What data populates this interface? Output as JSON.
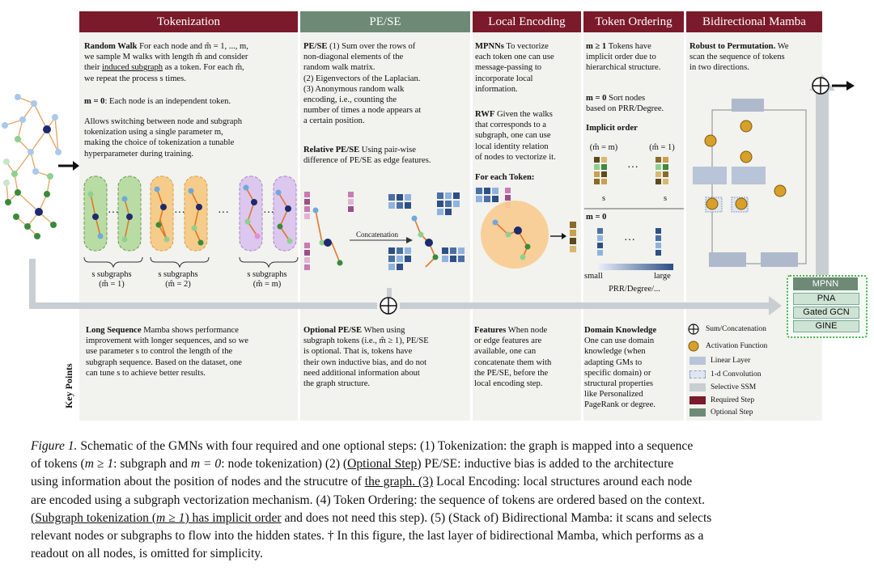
{
  "headers": {
    "tokenization": "Tokenization",
    "pese": "PE/SE",
    "local_encoding": "Local Encoding",
    "token_ordering": "Token Ordering",
    "bidirectional_mamba": "Bidirectional Mamba"
  },
  "tokenization": {
    "random_walk_title": "Random Walk",
    "random_walk_line1": " For each node and m̂ = 1, ..., m,",
    "random_walk_line2": "we sample M walks with length m̂ and consider",
    "random_walk_line3a": "their ",
    "random_walk_line3b": "induced subgraph",
    "random_walk_line3c": " as a token. For each m̂,",
    "random_walk_line4": "we repeat the process s times.",
    "m0_title": "m = 0",
    "m0_text": ": Each node is an independent token.",
    "allows_line1": "Allows switching between node and subgraph",
    "allows_line2": "tokenization using a single parameter m,",
    "allows_line3": "making the choice of tokenization a tunable",
    "allows_line4": "hyperparameter during training.",
    "subgraph_label1": "s subgraphs",
    "subgraph_m1": "(m̂ = 1)",
    "subgraph_label2": "s subgraphs",
    "subgraph_m2": "(m̂ = 2)",
    "subgraph_label3": "s subgraphs",
    "subgraph_m3": "(m̂ = m)",
    "dots": "···"
  },
  "pese": {
    "title": "PE/SE",
    "line1": " (1) Sum over the rows of",
    "line2": "non-diagonal elements of the",
    "line3": "random walk matrix.",
    "line4": "(2) Eigenvectors of the Laplacian.",
    "line5": "(3) Anonymous random walk",
    "line6": "encoding, i.e., counting the",
    "line7": "number of times a node appears at",
    "line8": "a certain position.",
    "relative_title": "Relative PE/SE",
    "relative_line1": " Using pair-wise",
    "relative_line2": "difference of PE/SE as edge features.",
    "concatenation": "Concatenation"
  },
  "local_encoding": {
    "mpnns_title": "MPNNs",
    "mpnns_line1": " To vectorize",
    "mpnns_line2": "each token one can use",
    "mpnns_line3": "message-passing to",
    "mpnns_line4": "incorporate local",
    "mpnns_line5": "information.",
    "rwf_title": "RWF",
    "rwf_line1": " Given the walks",
    "rwf_line2": "that corresponds to a",
    "rwf_line3": "subgraph, one can use",
    "rwf_line4": "local identity relation",
    "rwf_line5": "of nodes to vectorize it.",
    "for_each_token": "For each Token:"
  },
  "token_ordering": {
    "m1_title": "m ≥ 1",
    "m1_line1": " Tokens have",
    "m1_line2": "implicit order due to",
    "m1_line3": "hierarchical structure.",
    "m0_title": "m = 0",
    "m0_line1": " Sort nodes",
    "m0_line2": "based on PRR/Degree.",
    "implicit_order": "Implicit order",
    "mhat_m": "(m̂ = m)",
    "mhat_1": "(m̂ = 1)",
    "s": "s",
    "m0_label": "m = 0",
    "small": "small",
    "large": "large",
    "prr": "PRR/Degree/..."
  },
  "mamba": {
    "robust_title": "Robust to Permutation.",
    "robust_line1": " We",
    "robust_line2": "scan the sequence of tokens",
    "robust_line3": "in two directions.",
    "mpnn": "MPNN",
    "pna": "PNA",
    "gated_gcn": "Gated GCN",
    "gine": "GINE"
  },
  "keypoints": {
    "label": "Key Points",
    "long_seq_title": "Long Sequence",
    "long_seq_line1": " Mamba shows performance",
    "long_seq_line2": "improvement with longer sequences, and so we",
    "long_seq_line3": "use parameter s to control the length of the",
    "long_seq_line4": "subgraph sequence. Based on the dataset, one",
    "long_seq_line5": "can tune s to achieve better results.",
    "opt_pese_title": "Optional PE/SE",
    "opt_pese_line1": " When using",
    "opt_pese_line2": "subgraph tokens (i.e., m̂ ≥ 1), PE/SE",
    "opt_pese_line3": "is optional. That is, tokens have",
    "opt_pese_line4": "their own inductive bias, and do not",
    "opt_pese_line5": "need additional information about",
    "opt_pese_line6": "the graph structure.",
    "features_title": "Features",
    "features_line1": " When node",
    "features_line2": "or edge features are",
    "features_line3": "available, one can",
    "features_line4": "concatenate them with",
    "features_line5": "the PE/SE, before the",
    "features_line6": "local encoding step.",
    "domain_title": "Domain Knowledge",
    "domain_line1": "One can use domain",
    "domain_line2": "knowledge (when",
    "domain_line3": "adapting GMs to",
    "domain_line4": "specific domain) or",
    "domain_line5": "structural properties",
    "domain_line6": "like Personalized",
    "domain_line7": "PageRank or degree."
  },
  "legend": {
    "sum_concat": "Sum/Concatenation",
    "activation": "Activation Function",
    "linear": "Linear Layer",
    "conv": "1-d Convolution",
    "ssm": "Selective SSM",
    "required": "Required Step",
    "optional": "Optional Step"
  },
  "caption": {
    "fig": "Figure 1.",
    "line1": " Schematic of the GMNs with four required and one optional steps: (1) Tokenization: the graph is mapped into a sequence",
    "line2a": "of tokens (",
    "line2b": "m ≥ 1",
    "line2c": ": subgraph and ",
    "line2d": "m = 0",
    "line2e": ": node tokenization) (2) (",
    "line2f": "Optional Step",
    "line2g": ") PE/SE: inductive bias is added to the architecture",
    "line3a": "using information about the position of nodes and the strucutre of ",
    "line3b": "the graph. (3)",
    "line3c": " Local Encoding: local structures around each node",
    "line4": "are encoded using a subgraph vectorization mechanism. (4) Token Ordering: the sequence of tokens are ordered based on the context.",
    "line5a": "(Subgraph tokenization (",
    "line5b": "m ≥ 1",
    "line5c": ") has implicit order",
    "line5d": " and does not need this step). (5) (Stack of) Bidirectional Mamba: it scans and selects",
    "line6": "relevant nodes or subgraphs to flow into the hidden states. † In this figure, the last layer of bidirectional Mamba, which performs as a",
    "line7": "readout on all nodes, is omitted for simplicity."
  },
  "colors": {
    "required": "#7b1a2a",
    "optional": "#6e8a76",
    "node_dark": "#1e2a6e",
    "edge": "#e0782a",
    "green_node": "#3a8a3a",
    "blue_node": "#6fa8dc"
  }
}
